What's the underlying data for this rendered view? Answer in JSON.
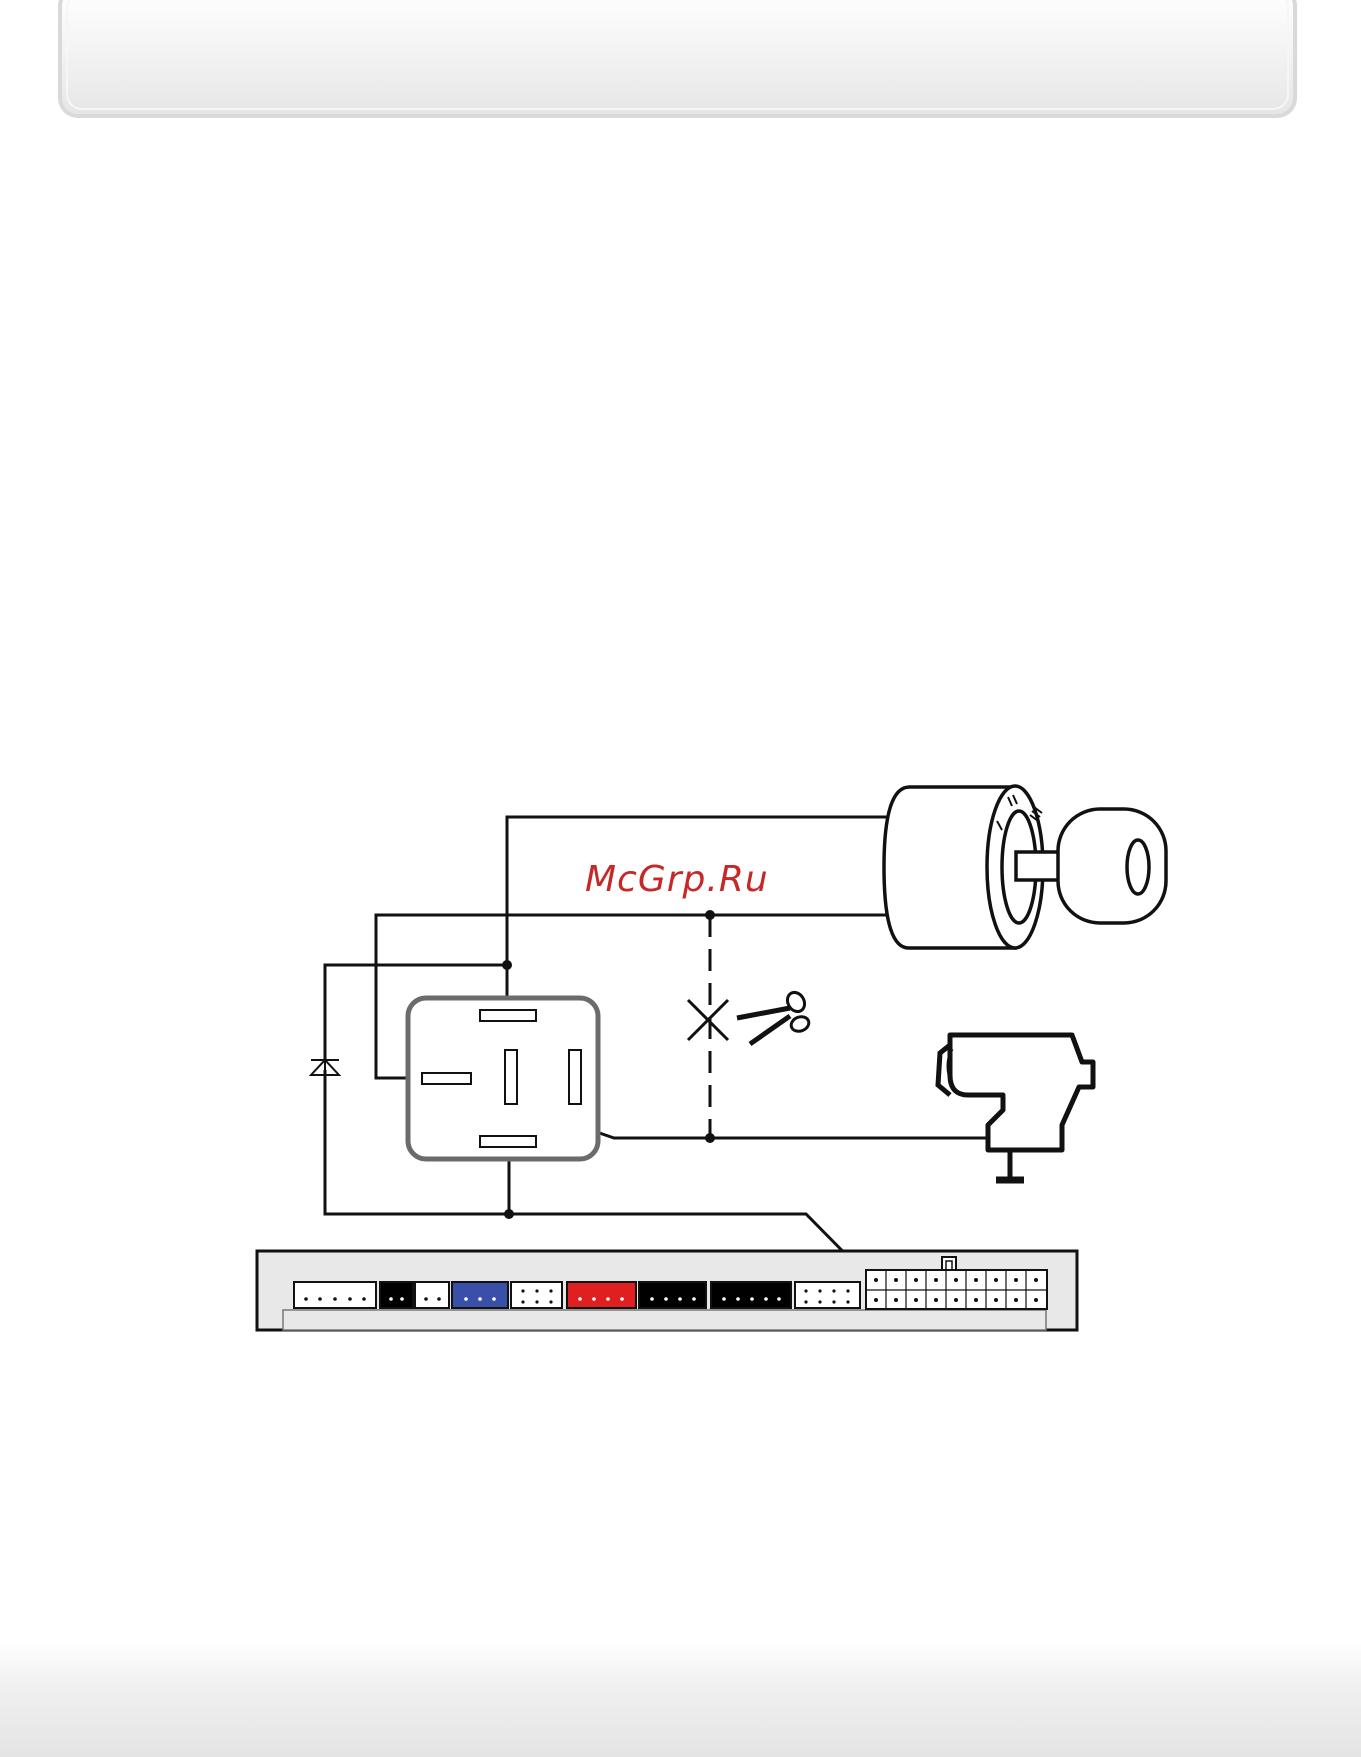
{
  "watermark": "McGrp.Ru",
  "colors": {
    "wire": "#111111",
    "relay_body": "#6b6b6b",
    "watermark": "#c62828",
    "block_background": "#e8e8e8",
    "connector_blue": "#3a4fa8",
    "connector_red": "#e02020",
    "connector_black": "#000000"
  },
  "diagram": {
    "relay": {
      "icon": "relay-icon"
    },
    "diode": {
      "icon": "diode-icon"
    },
    "ignition_switch": {
      "icon": "ignition-switch-icon",
      "positions": [
        "I",
        "II",
        "III"
      ]
    },
    "starter": {
      "icon": "starter-motor-icon"
    },
    "cut_mark": {
      "icon": "scissors-icon"
    },
    "control_unit": {
      "icon": "control-unit-icon"
    }
  }
}
